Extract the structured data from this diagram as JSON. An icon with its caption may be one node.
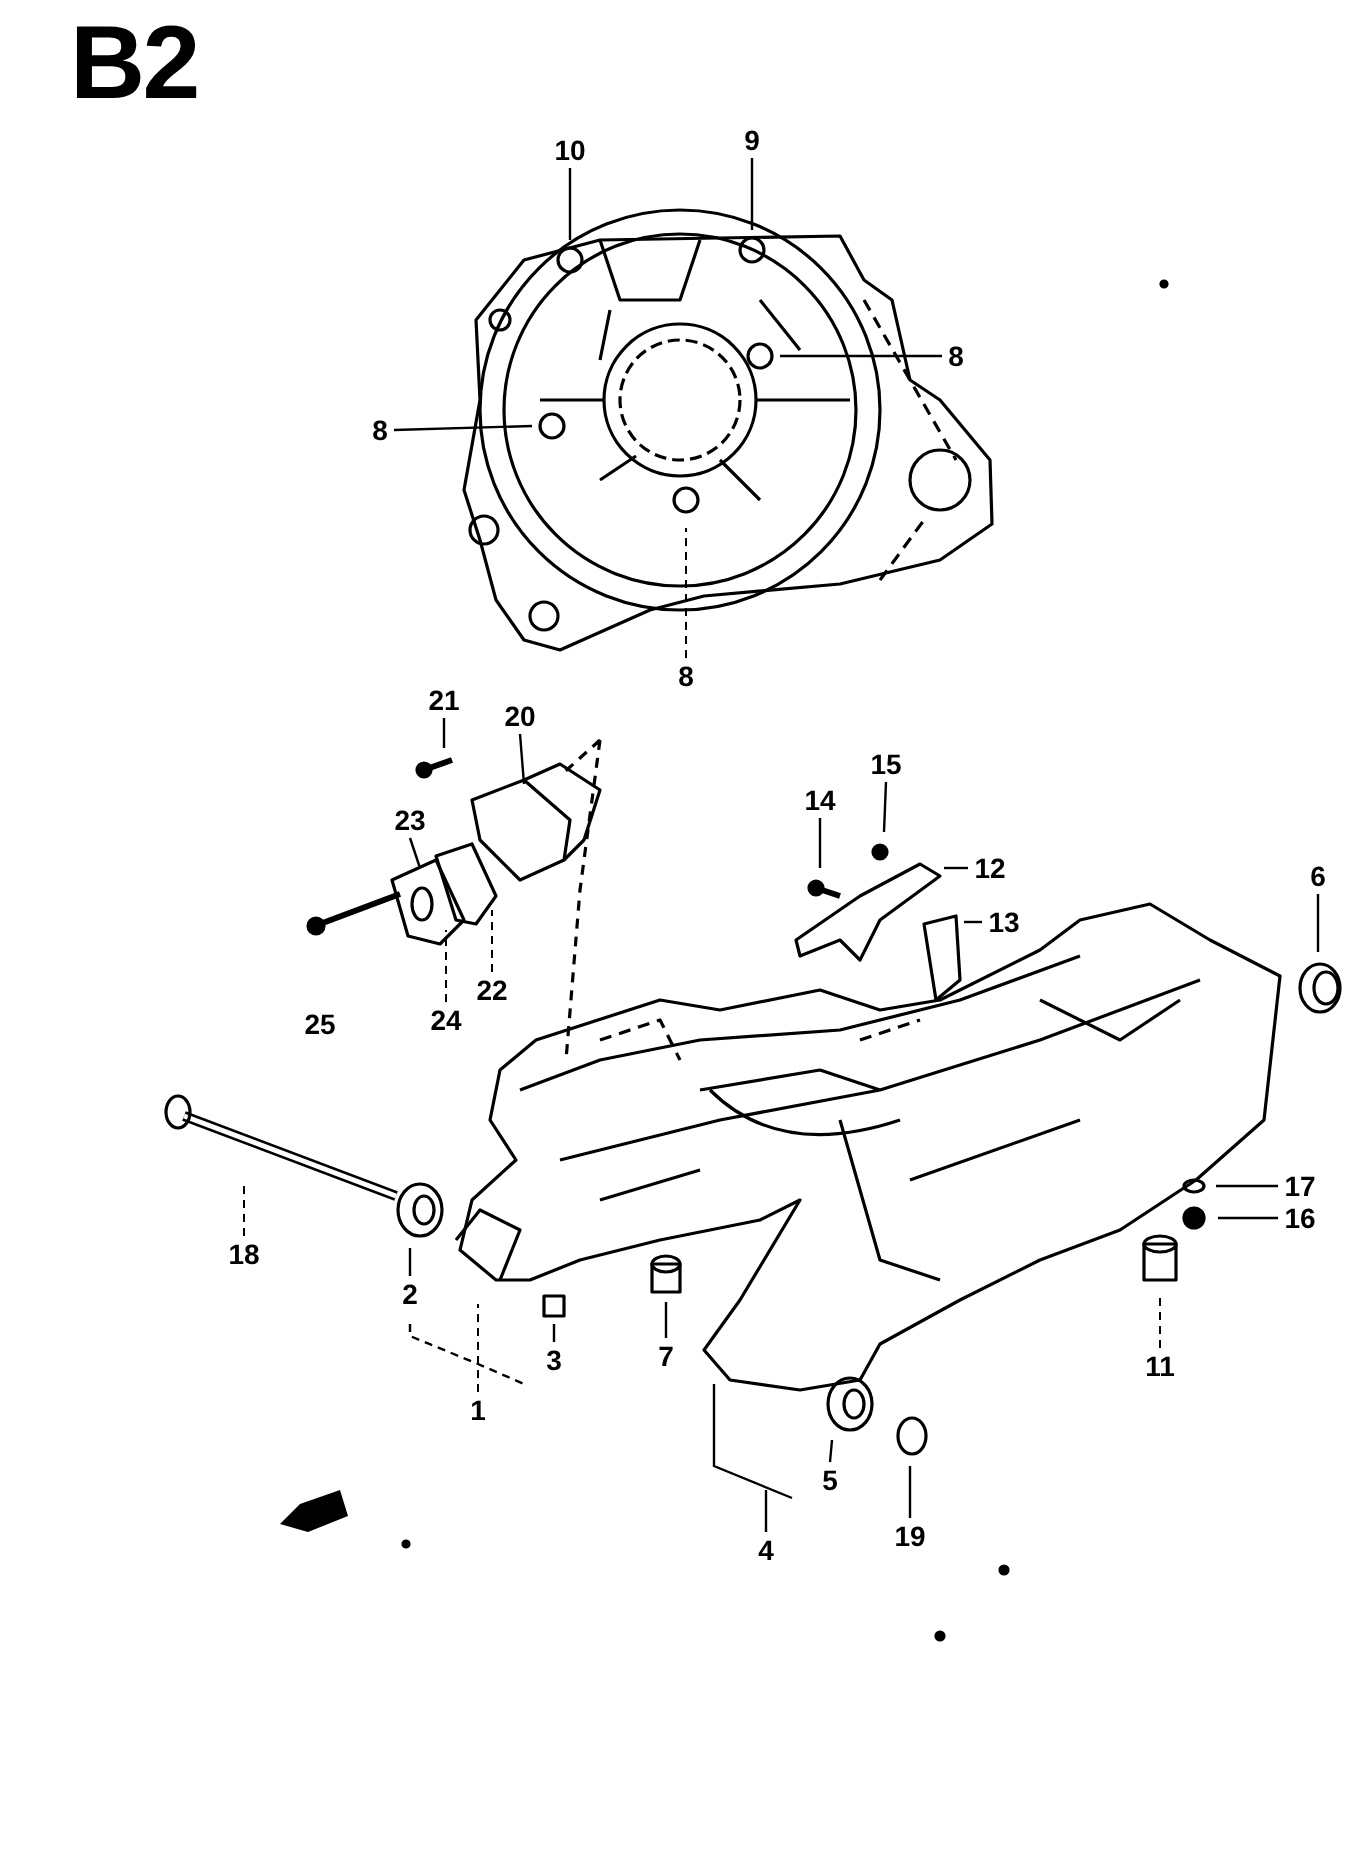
{
  "diagram": {
    "title": "B2",
    "nodes": [
      {
        "text": [
          "10"
        ]
      },
      {
        "text": [
          "9"
        ]
      },
      {
        "text": [
          "8"
        ]
      },
      {
        "text": [
          "8"
        ]
      },
      {
        "text": [
          "8"
        ]
      },
      {
        "text": [
          "21"
        ]
      },
      {
        "text": [
          "20"
        ]
      },
      {
        "text": [
          "23"
        ]
      },
      {
        "text": [
          "22"
        ]
      },
      {
        "text": [
          "24"
        ]
      },
      {
        "text": [
          "14"
        ]
      },
      {
        "text": [
          "15"
        ]
      },
      {
        "text": [
          "12"
        ]
      },
      {
        "text": [
          "13"
        ]
      },
      {
        "text": [
          "6"
        ]
      },
      {
        "text": [
          "17"
        ]
      },
      {
        "text": [
          "16"
        ]
      },
      {
        "text": [
          "18"
        ]
      },
      {
        "text": [
          "2"
        ]
      },
      {
        "text": [
          "3"
        ]
      },
      {
        "text": [
          "7"
        ]
      },
      {
        "text": [
          "1"
        ]
      },
      {
        "text": [
          "5"
        ]
      },
      {
        "text": [
          "4"
        ]
      },
      {
        "text": [
          "19"
        ]
      },
      {
        "text": [
          "11"
        ]
      },
      {
        "text": [],
        "shape": "bracket"
      }
    ],
    "edges": [
      {
        "from": 0,
        "to": null,
        "arrow": "none"
      },
      {
        "from": 1,
        "to": null,
        "arrow": "none"
      },
      {
        "from": 2,
        "to": null,
        "arrow": "none"
      },
      {
        "from": 3,
        "to": null,
        "arrow": "none"
      },
      {
        "from": 4,
        "to": null,
        "arrow": "none",
        "style": "dashed"
      },
      {
        "from": 5,
        "to": null,
        "arrow": "none"
      },
      {
        "from": 6,
        "to": null,
        "arrow": "none"
      },
      {
        "from": 7,
        "to": null,
        "arrow": "none"
      },
      {
        "from": 8,
        "to": null,
        "arrow": "none",
        "style": "dashed"
      },
      {
        "from": 9,
        "to": null,
        "arrow": "none",
        "style": "dashed"
      },
      {
        "from": 10,
        "to": null,
        "arrow": "none"
      },
      {
        "from": 11,
        "to": null,
        "arrow": "none"
      },
      {
        "from": 12,
        "to": null,
        "arrow": "none"
      },
      {
        "from": 13,
        "to": null,
        "arrow": "none"
      },
      {
        "from": 14,
        "to": null,
        "arrow": "none"
      },
      {
        "from": 15,
        "to": null,
        "arrow": "none"
      },
      {
        "from": 16,
        "to": null,
        "arrow": "none"
      },
      {
        "from": 17,
        "to": null,
        "arrow": "none",
        "style": "dashed"
      },
      {
        "from": 18,
        "to": null,
        "arrow": "none"
      },
      {
        "from": 19,
        "to": null,
        "arrow": "none"
      },
      {
        "from": 20,
        "to": null,
        "arrow": "none"
      },
      {
        "from": 21,
        "to": null,
        "arrow": "none",
        "style": "dashed"
      },
      {
        "from": 22,
        "to": null,
        "arrow": "none"
      },
      {
        "from": 23,
        "to": 26,
        "arrow": "none"
      },
      {
        "from": 24,
        "to": null,
        "arrow": "none"
      },
      {
        "from": 25,
        "to": null,
        "arrow": "none",
        "style": "dashed"
      }
    ],
    "labels": [
      "25"
    ]
  }
}
